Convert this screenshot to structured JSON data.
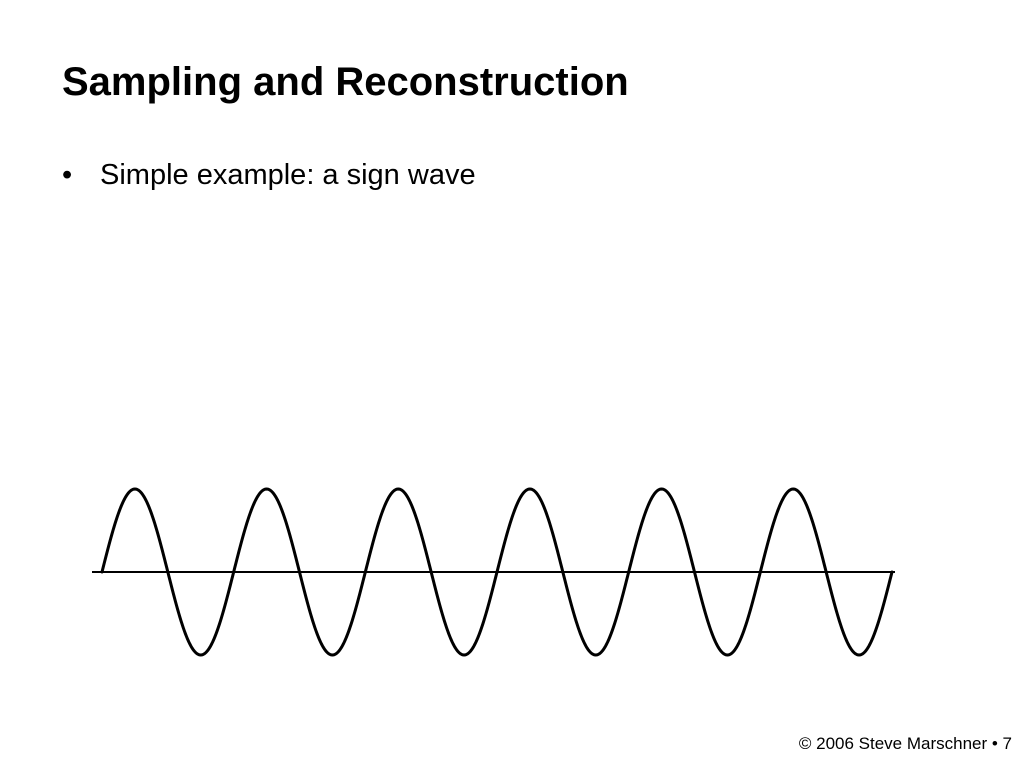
{
  "slide": {
    "title": "Sampling and Reconstruction",
    "bullets": [
      {
        "glyph": "•",
        "text": "Simple example: a sign wave"
      }
    ],
    "footer": "© 2006 Steve Marschner • 7"
  },
  "wave": {
    "periods": 6,
    "stroke_color": "#000000",
    "axis_color": "#000000"
  }
}
